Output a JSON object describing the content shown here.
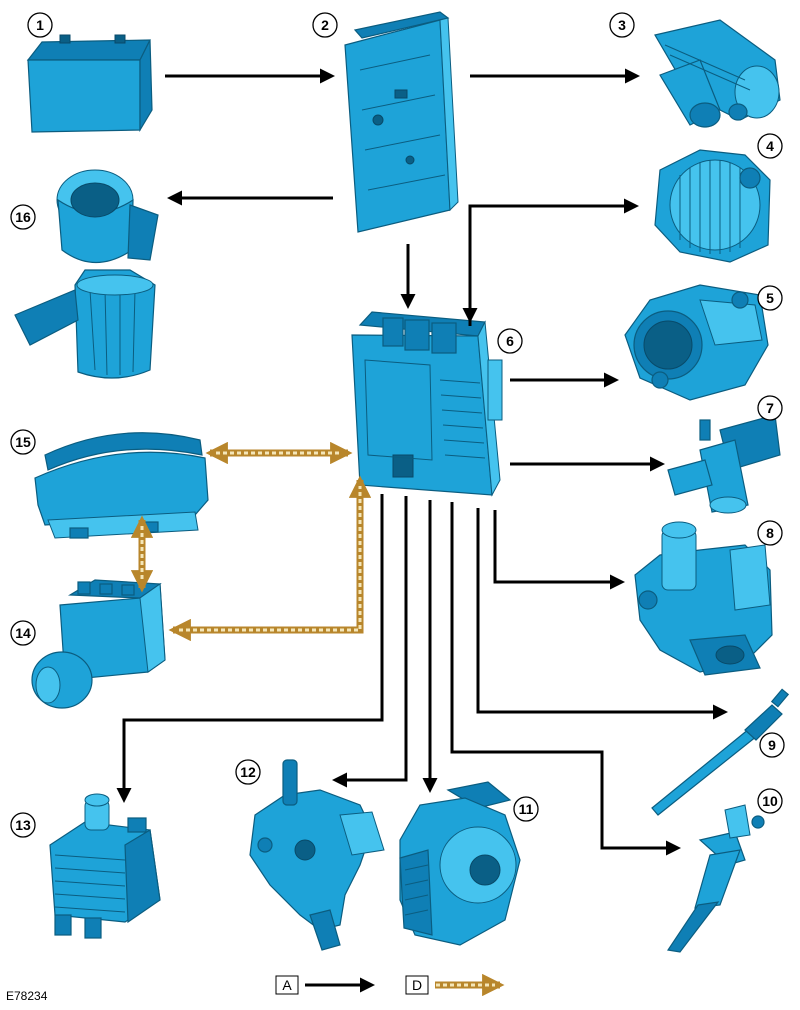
{
  "components": [
    {
      "id": "battery",
      "number": "1"
    },
    {
      "id": "central-junction-box",
      "number": "2"
    },
    {
      "id": "starter-motor",
      "number": "3"
    },
    {
      "id": "generator",
      "number": "4"
    },
    {
      "id": "throttle-body",
      "number": "5"
    },
    {
      "id": "engine-control-module",
      "number": "6"
    },
    {
      "id": "fuel-pressure-sensor",
      "number": "7"
    },
    {
      "id": "egr-valve",
      "number": "8"
    },
    {
      "id": "glow-plug",
      "number": "9"
    },
    {
      "id": "fuel-injector",
      "number": "10"
    },
    {
      "id": "turbocharger",
      "number": "11"
    },
    {
      "id": "high-pressure-fuel-pump",
      "number": "12"
    },
    {
      "id": "fuel-fired-booster-heater",
      "number": "13"
    },
    {
      "id": "abs-module",
      "number": "14"
    },
    {
      "id": "instrument-cluster",
      "number": "15"
    },
    {
      "id": "fuel-pump-module",
      "number": "16"
    }
  ],
  "legend": {
    "hardwired_label": "A",
    "can_label": "D"
  },
  "figure_ref": "E78234",
  "colors": {
    "component": "#1ea3d8",
    "component_outline": "#0b5d80",
    "hardwired_arrow": "#000000",
    "can_bus_arrow": "#b8862b"
  }
}
